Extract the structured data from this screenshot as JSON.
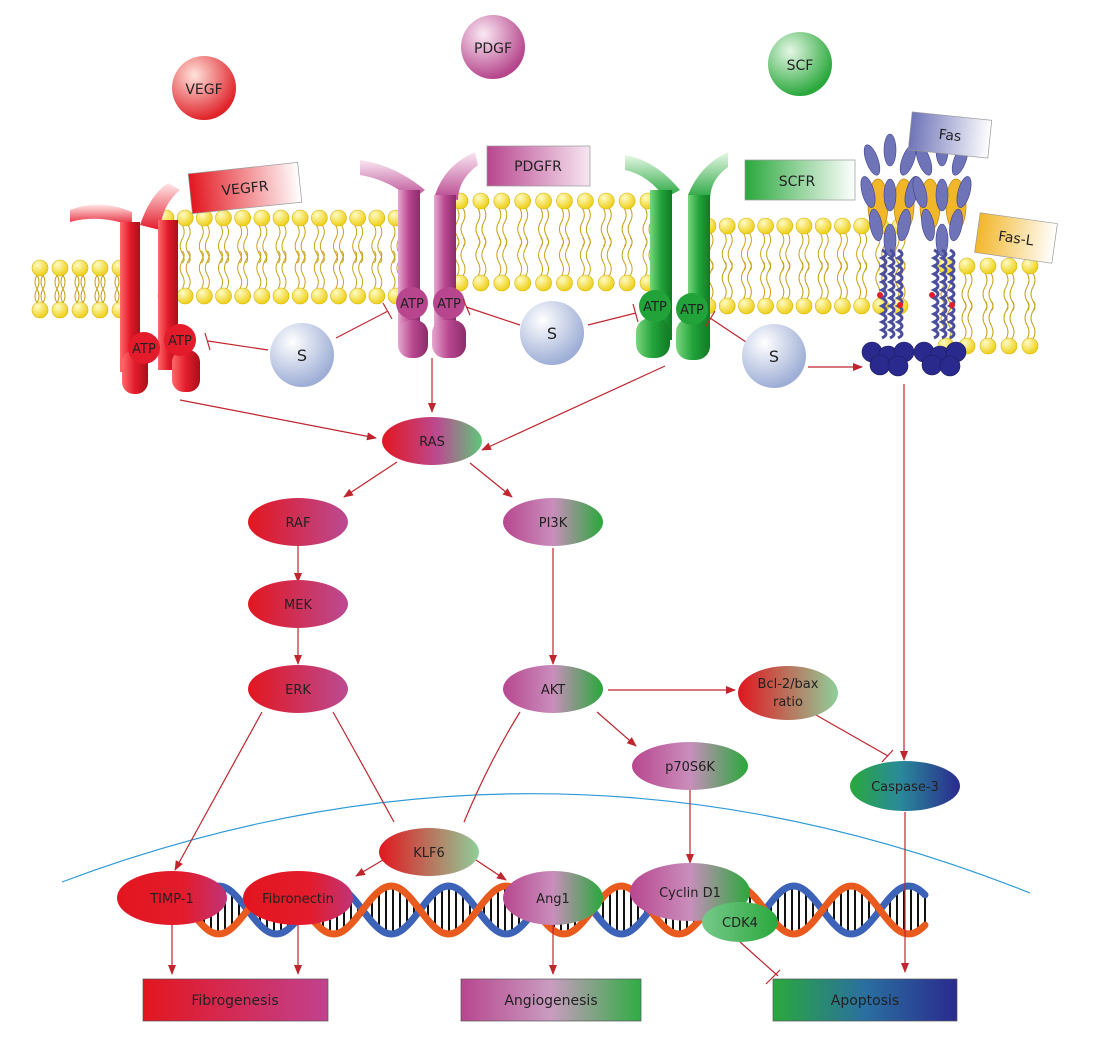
{
  "ligands": {
    "vegf": "VEGF",
    "pdgf": "PDGF",
    "scf": "SCF"
  },
  "receptors": {
    "vegfr": "VEGFR",
    "pdgfr": "PDGFR",
    "scfr": "SCFR",
    "fas": "Fas",
    "fas_l": "Fas-L"
  },
  "atp": "ATP",
  "inhibitor": "S",
  "nodes": {
    "ras": "RAS",
    "raf": "RAF",
    "mek": "MEK",
    "erk": "ERK",
    "pi3k": "PI3K",
    "akt": "AKT",
    "bcl2_bax_line1": "Bcl-2/bax",
    "bcl2_bax_line2": "ratio",
    "p70s6k": "p70S6K",
    "caspase3": "Caspase-3",
    "klf6": "KLF6",
    "timp1": "TIMP-1",
    "fibronectin": "Fibronectin",
    "ang1": "Ang1",
    "cyclin_d1": "Cyclin D1",
    "cdk4": "CDK4"
  },
  "outcomes": {
    "fibrogenesis": "Fibrogenesis",
    "angiogenesis": "Angiogenesis",
    "apoptosis": "Apoptosis"
  },
  "colors": {
    "red": "#e31b2b",
    "magenta": "#b8468f",
    "green": "#22a33a",
    "navy": "#2a2a8e",
    "arrow": "#c0252e",
    "lipid_head": "#f2e11d",
    "lipid_tail": "#c8a21c",
    "nucleus_line": "#2e9ad6",
    "fas_blue": "#6f74b8",
    "fas_l": "#f2b62a"
  }
}
